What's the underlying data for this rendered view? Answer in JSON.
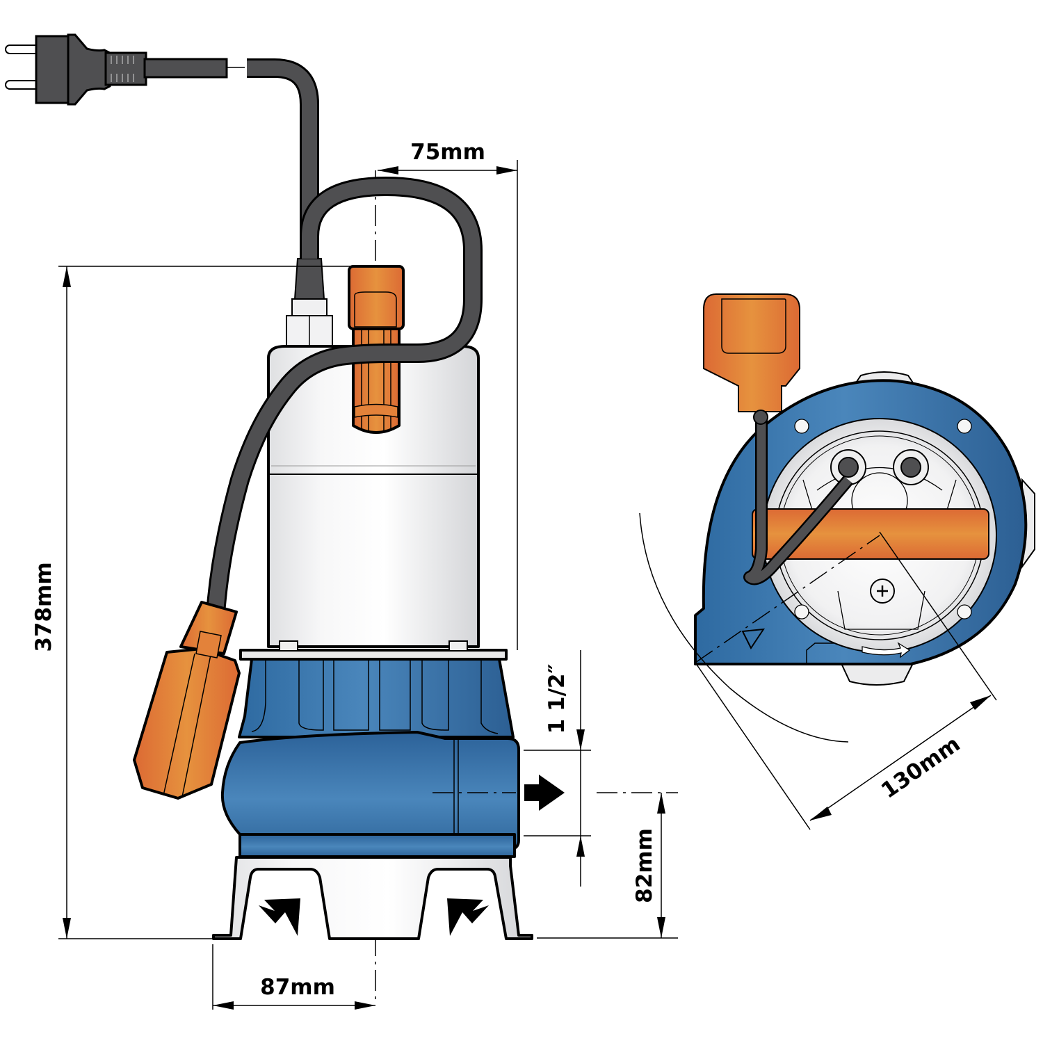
{
  "drawing": {
    "subject": "submersible-pump",
    "views": [
      "side-view",
      "top-view"
    ]
  },
  "dimensions": {
    "cable_offset": "75mm",
    "total_height": "378mm",
    "outlet_size": "1 1/2″",
    "outlet_height": "82mm",
    "base_half_width": "87mm",
    "top_view_diameter": "130mm"
  },
  "colors": {
    "pump_blue": "#3a78ae",
    "float_orange": "#e07a38",
    "cable_gray": "#4f4f51",
    "steel_silver": "#e6e7e9",
    "outline": "#000000"
  }
}
